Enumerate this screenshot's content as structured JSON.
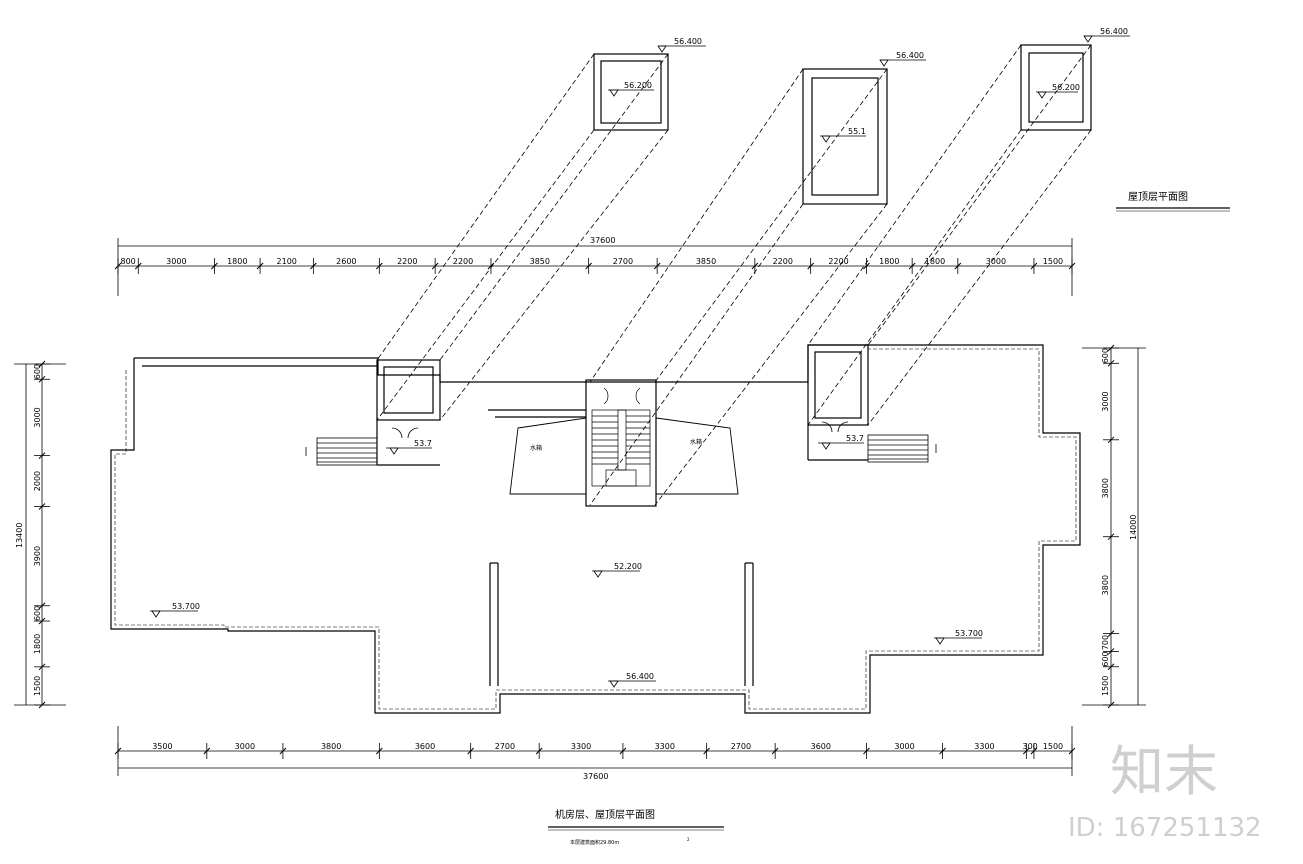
{
  "titles": {
    "roof_plan": "屋顶层平面图",
    "machine_roof_plan": "机房层、屋顶层平面图",
    "note": "本层建筑面积29.80m",
    "note_sup": "2"
  },
  "dimensions": {
    "top_total": "37600",
    "top_segments": [
      "800",
      "3000",
      "1800",
      "2100",
      "2600",
      "2200",
      "2200",
      "3850",
      "2700",
      "3850",
      "2200",
      "2200",
      "1800",
      "1800",
      "3000",
      "1500"
    ],
    "bottom_total": "37600",
    "bottom_segments": [
      "3500",
      "3000",
      "3800",
      "3600",
      "2700",
      "3300",
      "3300",
      "2700",
      "3600",
      "3000",
      "3300",
      "300",
      "1500"
    ],
    "left_total": "13400",
    "left_segments": [
      "600",
      "3000",
      "2000",
      "3900",
      "600",
      "1800",
      "1500"
    ],
    "right_total": "14000",
    "right_segments": [
      "600",
      "3000",
      "3800",
      "3800",
      "700",
      "600",
      "1500"
    ]
  },
  "levels": {
    "box1_outer": "56.400",
    "box1_inner": "56.200",
    "box2_outer": "56.400",
    "box2_inner": "55.1",
    "box3_outer": "56.400",
    "box3_inner": "56.200",
    "left_stair": "53.7",
    "right_stair": "53.7",
    "center": "52.200",
    "left_wing": "53.700",
    "right_wing": "53.700",
    "bottom_center": "56.400"
  },
  "rooms": {
    "left": "水箱",
    "right": "水箱"
  },
  "watermark": {
    "logo": "知末",
    "id": "ID: 167251132"
  }
}
